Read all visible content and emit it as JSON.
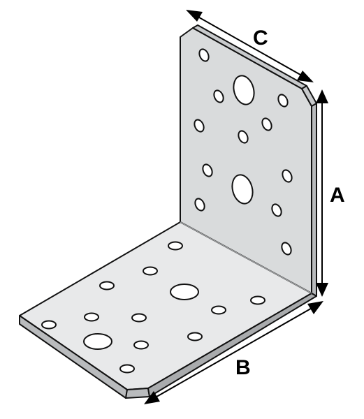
{
  "figure": {
    "subject": "angle-bracket",
    "dimensions": {
      "a": "A",
      "b": "B",
      "c": "C"
    }
  },
  "colors": {
    "metal_face": "#d9dbdc",
    "metal_face_light": "#e8e9ea",
    "metal_edge": "#b9bbbd",
    "outline": "#111111",
    "dimension_line": "#000000"
  }
}
